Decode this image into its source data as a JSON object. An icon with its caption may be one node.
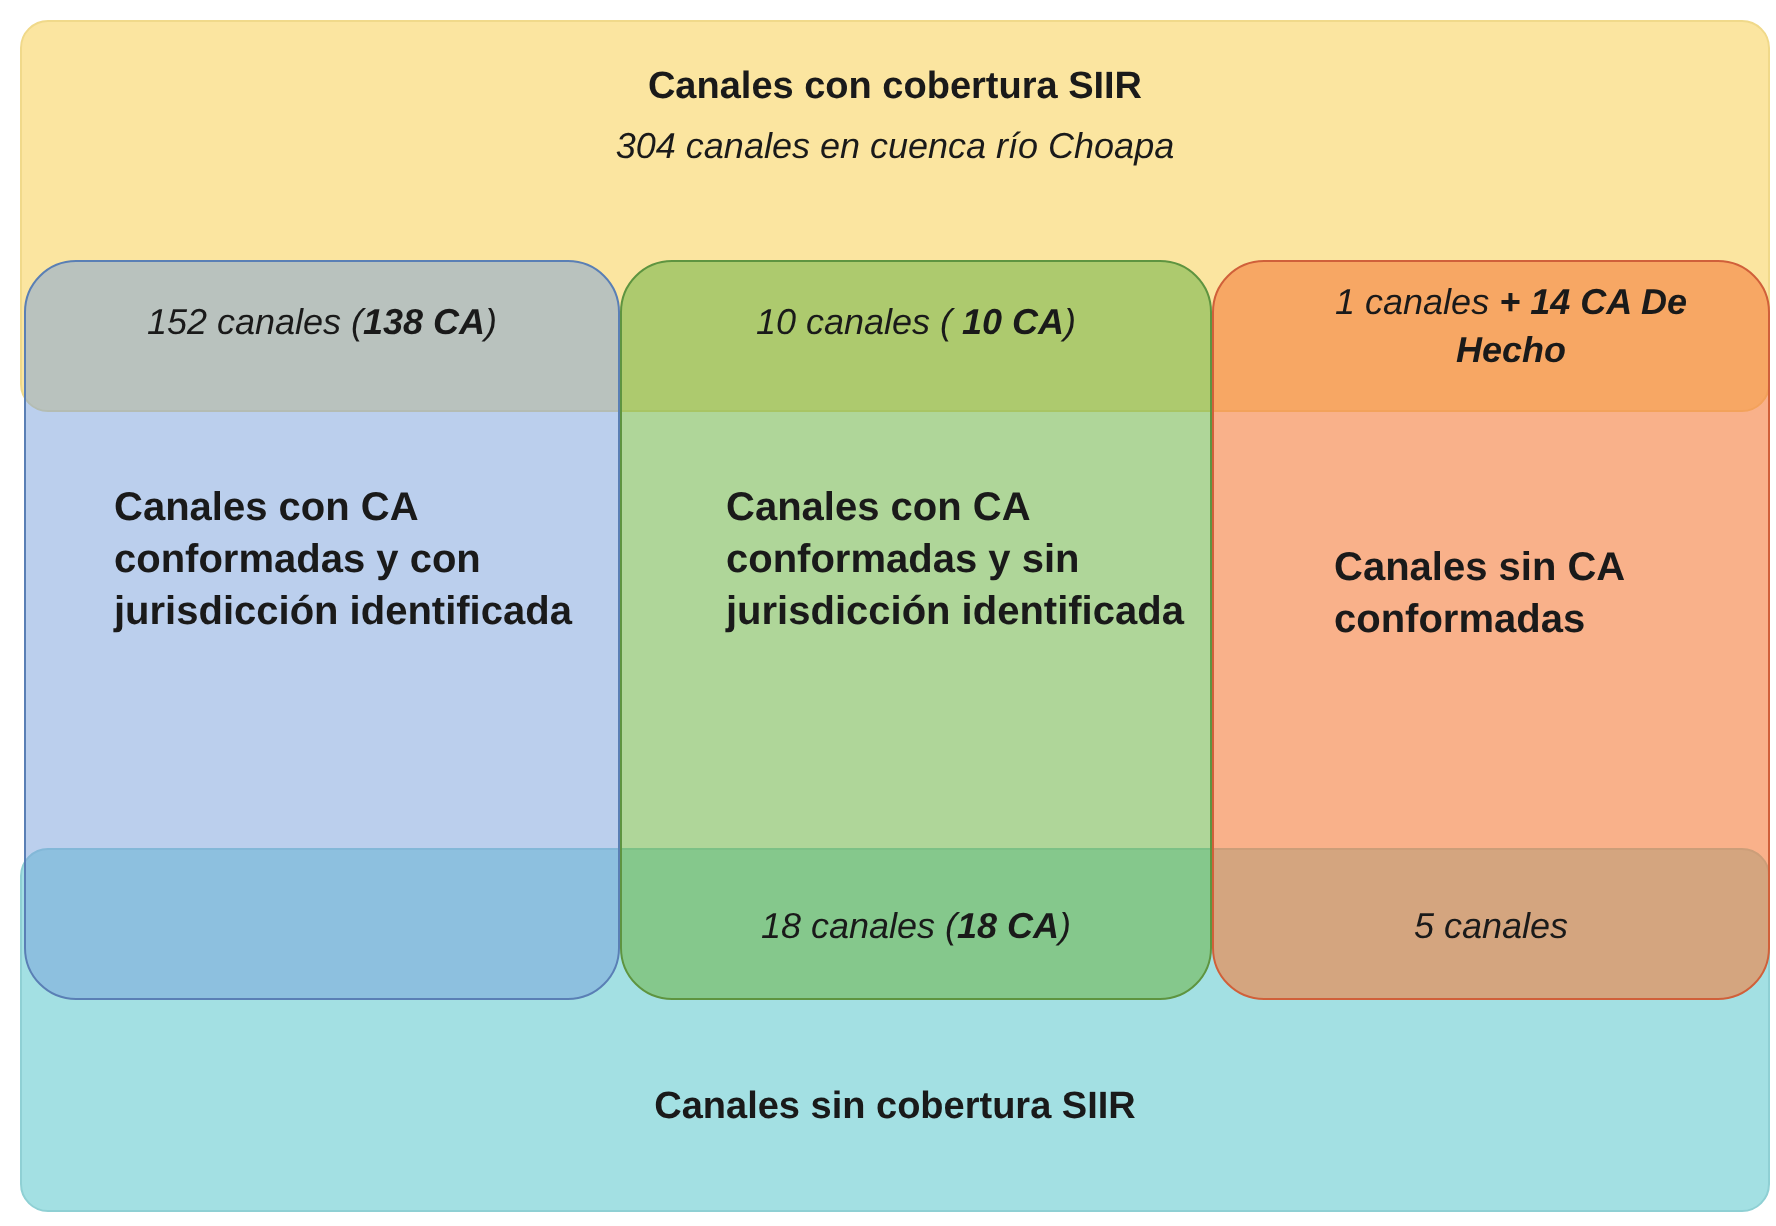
{
  "diagram": {
    "nodes": [
      {
        "text": [
          "Canales con cobertura SIIR",
          "304 canales en cuenca río Choapa"
        ]
      },
      {
        "text": [
          "152 canales  (**138 CA**)",
          "Canales con CA conformadas y con jurisdicción identificada"
        ]
      },
      {
        "text": [
          "10 canales ( **10 CA**)",
          "Canales con CA conformadas y sin jurisdicción identificada",
          "18 canales (**18 CA**)"
        ]
      },
      {
        "text": [
          "1  canales **+ 14 CA De Hecho**",
          "Canales sin CA conformadas",
          "5 canales"
        ]
      },
      {
        "text": [
          "Canales sin cobertura SIIR"
        ]
      }
    ],
    "edges": []
  }
}
